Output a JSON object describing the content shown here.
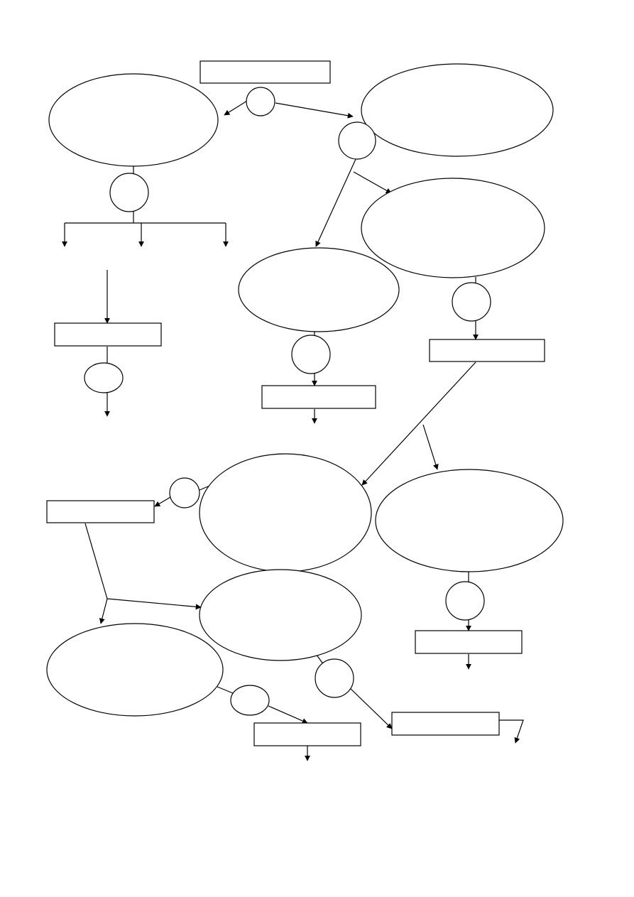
{
  "diagram": {
    "type": "flowchart",
    "stroke_color": "#000000",
    "fill_color": "#ffffff",
    "background_color": "#ffffff",
    "node_count": 35,
    "edge_count": 42,
    "labels": []
  }
}
